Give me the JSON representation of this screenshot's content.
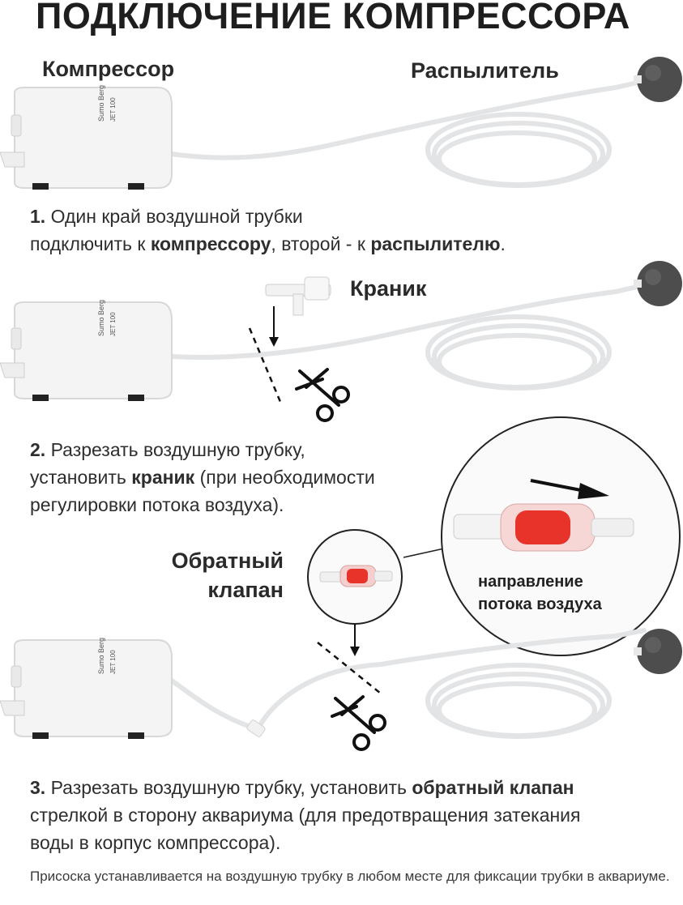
{
  "title": "ПОДКЛЮЧЕНИЕ КОМПРЕССОРА",
  "labels": {
    "compressor": "Компрессор",
    "diffuser": "Распылитель",
    "valve": "Краник",
    "check_valve_line1": "Обратный",
    "check_valve_line2": "клапан",
    "flow_line1": "направление",
    "flow_line2": "потока воздуха",
    "brand": "Sumo Berg",
    "model": "JET 100"
  },
  "steps": [
    {
      "num": "1.",
      "t1": " Один край воздушной трубки",
      "t2": "подключить к ",
      "b1": "компрессору",
      "t3": ", второй - к ",
      "b2": "распылителю",
      "t4": "."
    },
    {
      "num": "2.",
      "t1": " Разрезать воздушную трубку,",
      "t2": "установить ",
      "b1": "краник",
      "t3": " (при необходимости",
      "t4": "регулировки потока воздуха)."
    },
    {
      "num": "3.",
      "t1": " Разрезать воздушную трубку, установить ",
      "b1": "обратный клапан",
      "t2": "стрелкой в сторону аквариума (для предотвращения затекания",
      "t3": "воды в корпус компрессора)."
    }
  ],
  "footnote": "Присоска устанавливается на воздушную трубку в любом месте для фиксации трубки в аквариуме.",
  "colors": {
    "text": "#2e2e2e",
    "valve_red": "#e8332a",
    "stone": "#4a4a4a",
    "tube": "#e4e6e8"
  },
  "icons": [
    "scissors-icon",
    "arrow-down-icon",
    "flow-arrow-icon",
    "air-stone-icon",
    "compressor-icon",
    "valve-icon",
    "check-valve-icon"
  ]
}
